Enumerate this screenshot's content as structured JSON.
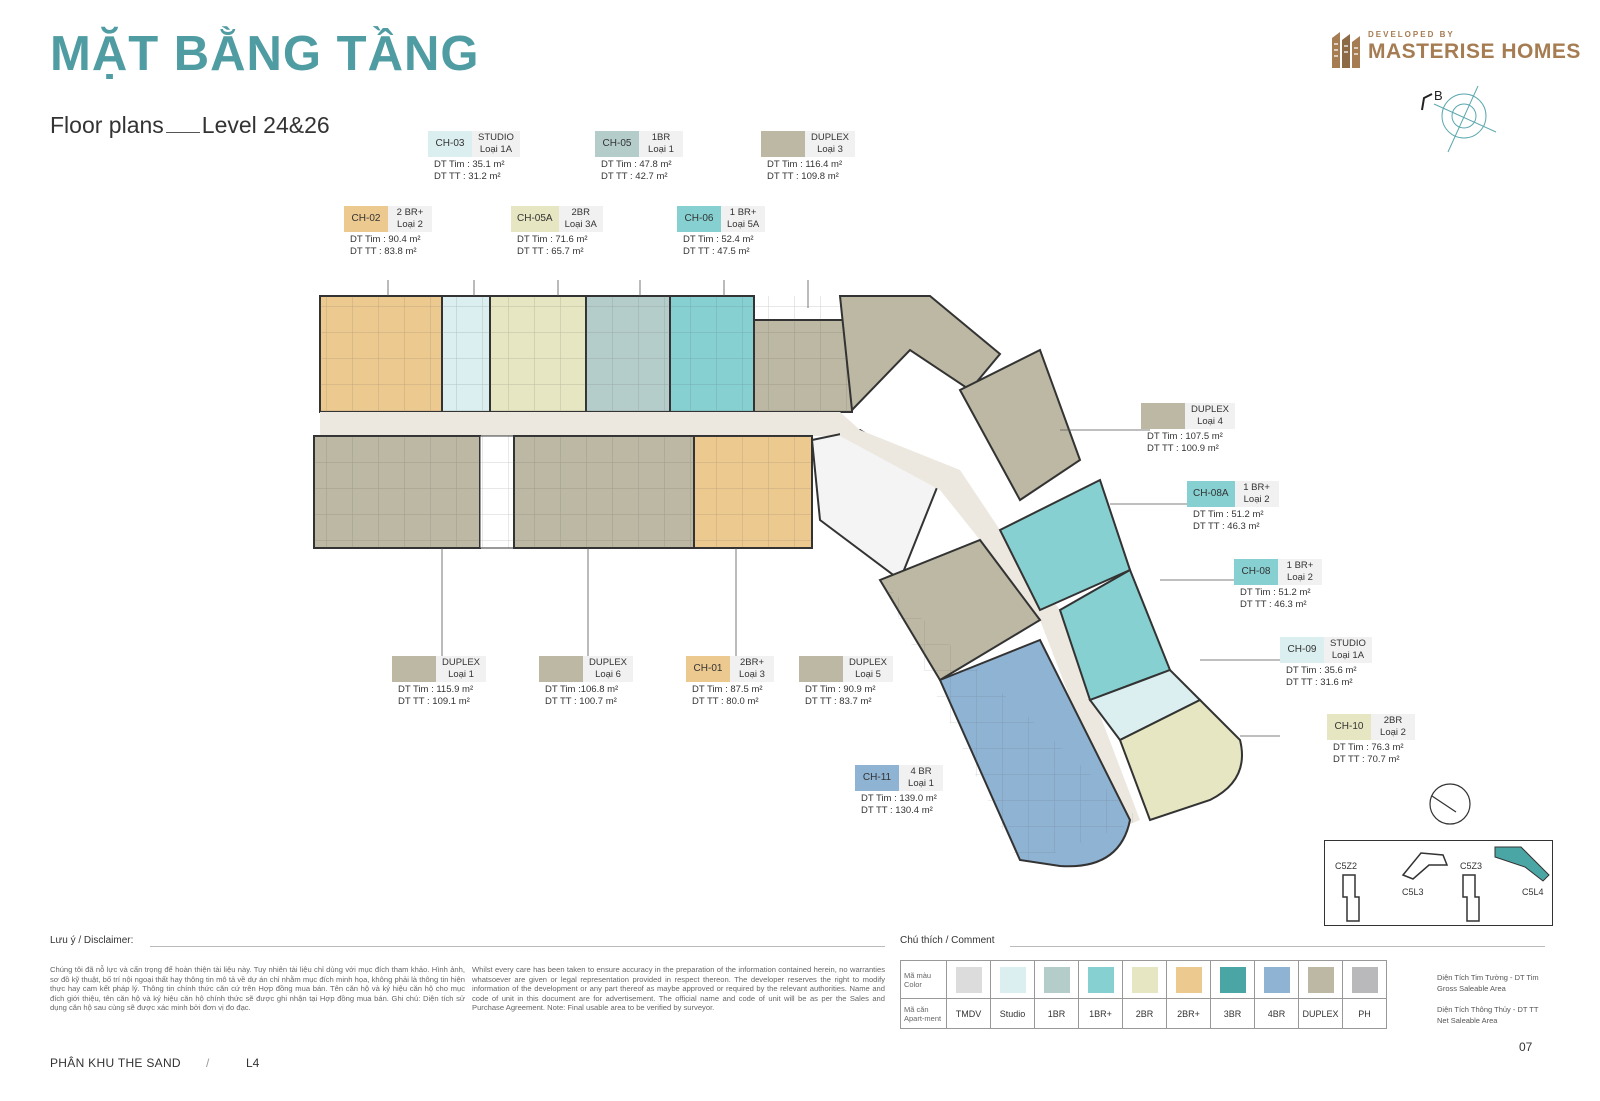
{
  "page": {
    "title": "MẶT BẰNG TẦNG",
    "subtitle_prefix": "Floor plans",
    "subtitle_level": "Level 24&26",
    "logo_developed_by": "DEVELOPED BY",
    "logo_name": "MASTERISE HOMES",
    "compass_letter": "B",
    "page_number": "07",
    "footer_zone": "PHÂN KHU THE SAND",
    "footer_separator": "/",
    "footer_level": "L4"
  },
  "units": [
    {
      "code": "CH-03",
      "type1": "STUDIO",
      "type2": "Loại 1A",
      "gross": "DT Tim : 35.1 m²",
      "net": "DT TT   : 31.2 m²",
      "color": "#dbeef0"
    },
    {
      "code": "CH-05",
      "type1": "1BR",
      "type2": "Loại 1",
      "gross": "DT Tim : 47.8 m²",
      "net": "DT TT   : 42.7 m²",
      "color": "#b4cdcb"
    },
    {
      "code": "",
      "type1": "DUPLEX",
      "type2": "Loại 3",
      "gross": "DT Tim : 116.4 m²",
      "net": "DT TT   : 109.8 m²",
      "color": "#bcb8a3"
    },
    {
      "code": "CH-02",
      "type1": "2 BR+",
      "type2": "Loại 2",
      "gross": "DT Tim : 90.4 m²",
      "net": "DT TT   : 83.8 m²",
      "color": "#ecc98f"
    },
    {
      "code": "CH-05A",
      "type1": "2BR",
      "type2": "Loại 3A",
      "gross": "DT Tim : 71.6 m²",
      "net": "DT TT   : 65.7 m²",
      "color": "#e6e6c2"
    },
    {
      "code": "CH-06",
      "type1": "1 BR+",
      "type2": "Loại 5A",
      "gross": "DT Tim : 52.4 m²",
      "net": "DT TT   : 47.5 m²",
      "color": "#86d0d2"
    },
    {
      "code": "",
      "type1": "DUPLEX",
      "type2": "Loại 4",
      "gross": "DT Tim : 107.5 m²",
      "net": "DT TT   : 100.9 m²",
      "color": "#bcb8a3"
    },
    {
      "code": "CH-08A",
      "type1": "1 BR+",
      "type2": "Loại 2",
      "gross": "DT Tim : 51.2 m²",
      "net": "DT TT   : 46.3 m²",
      "color": "#86d0d2"
    },
    {
      "code": "CH-08",
      "type1": "1 BR+",
      "type2": "Loại 2",
      "gross": "DT Tim : 51.2 m²",
      "net": "DT TT   : 46.3 m²",
      "color": "#86d0d2"
    },
    {
      "code": "CH-09",
      "type1": "STUDIO",
      "type2": "Loại 1A",
      "gross": "DT Tim : 35.6 m²",
      "net": "DT TT   : 31.6 m²",
      "color": "#dbeef0"
    },
    {
      "code": "CH-10",
      "type1": "2BR",
      "type2": "Loại 2",
      "gross": "DT Tim : 76.3 m²",
      "net": "DT TT   : 70.7 m²",
      "color": "#e6e6c2"
    },
    {
      "code": "",
      "type1": "DUPLEX",
      "type2": "Loại 1",
      "gross": "DT Tim : 115.9 m²",
      "net": "DT TT   : 109.1 m²",
      "color": "#bcb8a3"
    },
    {
      "code": "",
      "type1": "DUPLEX",
      "type2": "Loại 6",
      "gross": "DT Tim :106.8 m²",
      "net": "DT TT   : 100.7 m²",
      "color": "#bcb8a3"
    },
    {
      "code": "CH-01",
      "type1": "2BR+",
      "type2": "Loại 3",
      "gross": "DT Tim : 87.5 m²",
      "net": "DT TT   : 80.0 m²",
      "color": "#ecc98f"
    },
    {
      "code": "",
      "type1": "DUPLEX",
      "type2": "Loại 5",
      "gross": "DT Tim : 90.9 m²",
      "net": "DT TT   : 83.7 m²",
      "color": "#bcb8a3"
    },
    {
      "code": "CH-11",
      "type1": "4 BR",
      "type2": "Loại 1",
      "gross": "DT Tim : 139.0 m²",
      "net": "DT TT   : 130.4 m²",
      "color": "#8fb3d3"
    }
  ],
  "disclaimer": {
    "title": "Lưu ý / Disclaimer:",
    "vi": "Chúng tôi đã nỗ lực và cẩn trọng để hoàn thiện tài liệu này. Tuy nhiên tài liệu chỉ dùng với mục đích tham khảo. Hình ảnh, sơ đồ kỹ thuật, bố trí nội ngoại thất hay thông tin mô tả về dự án chỉ nhằm mục đích minh họa, không phải là thông tin hiện thực hay cam kết pháp lý. Thông tin chính thức căn cứ trên Hợp đồng mua bán. Tên căn hộ và ký hiệu căn hộ cho mục đích giới thiệu, tên căn hộ và ký hiệu căn hộ chính thức sẽ được ghi nhận tại Hợp đồng mua bán. Ghi chú: Diện tích sử dụng căn hộ sau cùng sẽ được xác minh bởi đơn vị đo đạc.",
    "en": "Whilst every care has been taken to ensure accuracy in the preparation of the information contained herein, no warranties whatsoever are given or legal representation provided in respect thereon. The developer reserves the right to modify information of the development or any part thereof as maybe approved or required by the relevant authorities. Name and code of unit in this document are for advertisement. The official name and code of unit will be as per the Sales and Purchase Agreement. Note: Final usable area to be verified by surveyor."
  },
  "legend": {
    "title": "Chú thích / Comment",
    "row1_header_vi": "Mã màu",
    "row1_header_en": "Color",
    "row2_header_vi": "Mã căn",
    "row2_header_en": "Apart-ment",
    "items": [
      {
        "label": "TMDV",
        "color": "#dcdcdc"
      },
      {
        "label": "Studio",
        "color": "#dbeef0"
      },
      {
        "label": "1BR",
        "color": "#b4cdcb"
      },
      {
        "label": "1BR+",
        "color": "#86d0d2"
      },
      {
        "label": "2BR",
        "color": "#e6e6c2"
      },
      {
        "label": "2BR+",
        "color": "#ecc98f"
      },
      {
        "label": "3BR",
        "color": "#4aa5a5"
      },
      {
        "label": "4BR",
        "color": "#8fb3d3"
      },
      {
        "label": "DUPLEX",
        "color": "#bcb8a3"
      },
      {
        "label": "PH",
        "color": "#b9b9bc"
      }
    ],
    "gross_vi": "Diện Tích Tim Tường - DT Tim",
    "gross_en": "Gross Saleable Area",
    "net_vi": "Diện Tích Thông Thủy - DT TT",
    "net_en": "Net Saleable Area"
  },
  "keyplan": {
    "labels": [
      "C5Z2",
      "C5L3",
      "C5Z3",
      "C5L4"
    ],
    "highlight_color": "#4aa5a5"
  }
}
